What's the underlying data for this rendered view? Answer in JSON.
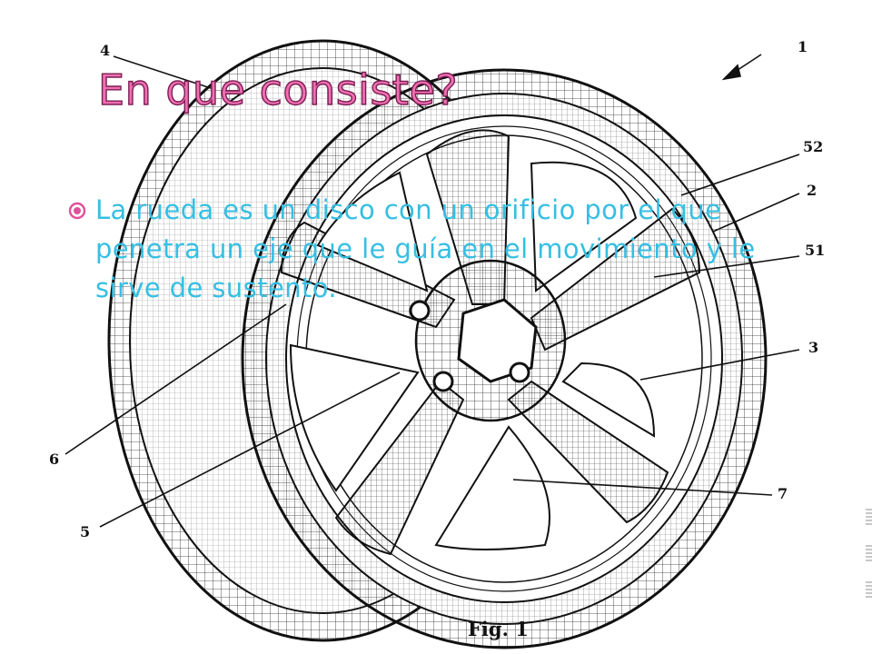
{
  "slide": {
    "title": "En que consiste?",
    "bullet_text": "La rueda es un disco con un orificio por el que penetra un eje que le guía en el movimiento y le sirve de sustento.",
    "bullet_icon": "circle-bullet-icon"
  },
  "figure": {
    "caption": "Fig. 1",
    "callouts": [
      "1",
      "4",
      "52",
      "2",
      "51",
      "3",
      "6",
      "5",
      "7"
    ]
  },
  "colors": {
    "title": "#f06fb2",
    "body_text": "#36bfe3",
    "bullet": "#e0509c",
    "drawing": "#1a1a1a"
  }
}
